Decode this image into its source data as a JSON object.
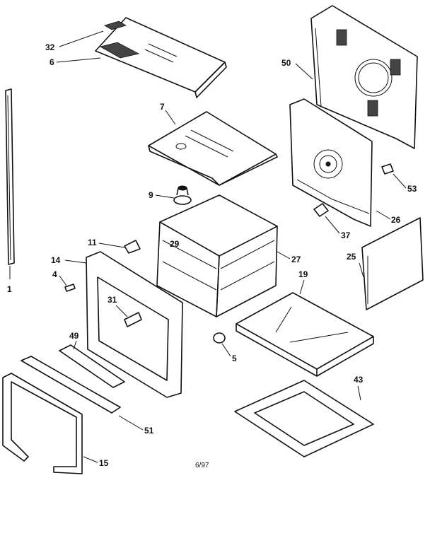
{
  "labels": {
    "p32": "32",
    "p6": "6",
    "p7": "7",
    "p50": "50",
    "p53": "53",
    "p9": "9",
    "p26": "26",
    "p11": "11",
    "p29": "29",
    "p27": "27",
    "p37": "37",
    "p25": "25",
    "p14": "14",
    "p4": "4",
    "p1": "1",
    "p31": "31",
    "p19": "19",
    "p49": "49",
    "p5": "5",
    "p43": "43",
    "p51": "51",
    "p15": "15"
  },
  "date_code": "6/97"
}
